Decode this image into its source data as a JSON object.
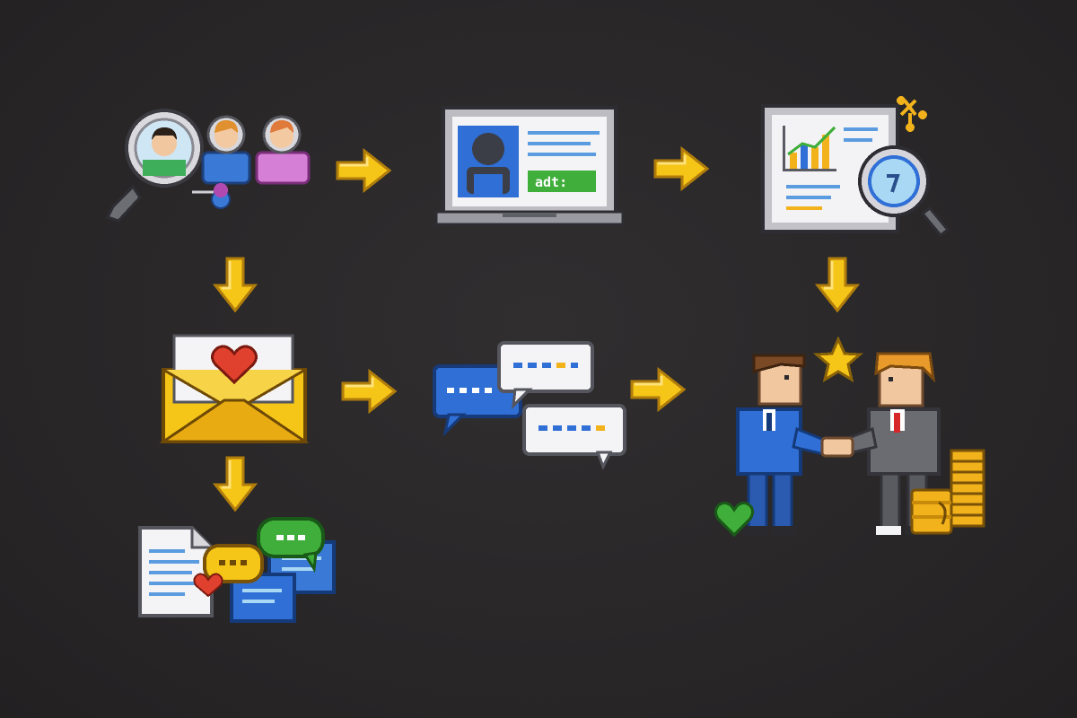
{
  "diagram": {
    "nodes": [
      {
        "id": "find-prospects",
        "icon": "magnifier-people-icon"
      },
      {
        "id": "profile-laptop",
        "icon": "laptop-profile-icon",
        "button_text": "adt:"
      },
      {
        "id": "analytics-report",
        "icon": "chart-magnifier-icon"
      },
      {
        "id": "email-outreach",
        "icon": "heart-envelope-icon"
      },
      {
        "id": "conversation",
        "icon": "chat-bubbles-icon"
      },
      {
        "id": "deal-handshake",
        "icon": "handshake-icon"
      },
      {
        "id": "docs-feedback",
        "icon": "document-chat-icon"
      }
    ],
    "edges": [
      {
        "from": "find-prospects",
        "to": "profile-laptop",
        "direction": "right"
      },
      {
        "from": "profile-laptop",
        "to": "analytics-report",
        "direction": "right"
      },
      {
        "from": "find-prospects",
        "to": "email-outreach",
        "direction": "down"
      },
      {
        "from": "analytics-report",
        "to": "deal-handshake",
        "direction": "down"
      },
      {
        "from": "email-outreach",
        "to": "conversation",
        "direction": "right"
      },
      {
        "from": "conversation",
        "to": "deal-handshake",
        "direction": "right"
      },
      {
        "from": "email-outreach",
        "to": "docs-feedback",
        "direction": "down"
      }
    ],
    "colors": {
      "background": "#2a2829",
      "arrow": "#f5c518",
      "accent_blue": "#2f6fd6",
      "accent_green": "#3fae3a",
      "heart": "#e0402e",
      "coin": "#f2b21b"
    }
  }
}
